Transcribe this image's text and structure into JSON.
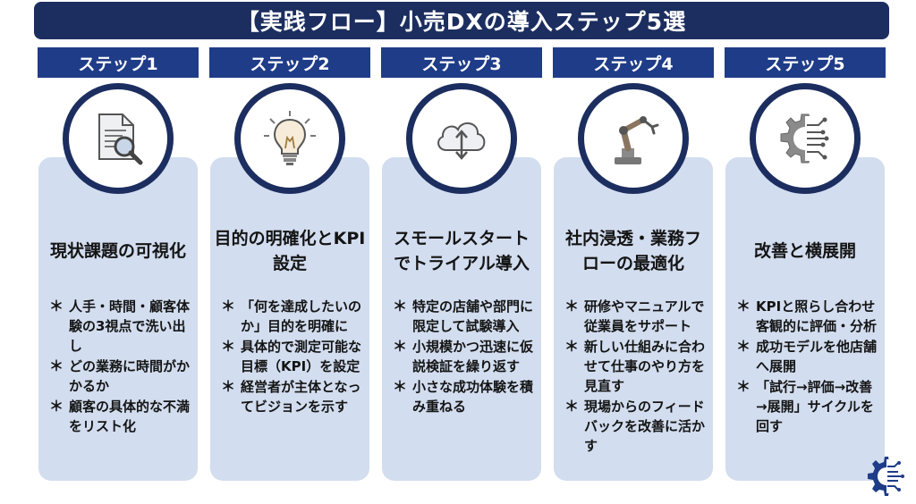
{
  "title": "【実践フロー】小売DXの導入ステップ5選",
  "steps": [
    {
      "label": "ステップ1",
      "icon": "document-search-icon",
      "heading": "現状課題の可視化",
      "bullets": [
        "人手・時間・顧客体験の3視点で洗い出し",
        "どの業務に時間がかかるか",
        "顧客の具体的な不満をリスト化"
      ]
    },
    {
      "label": "ステップ2",
      "icon": "lightbulb-icon",
      "heading": "目的の明確化とKPI設定",
      "bullets": [
        "「何を達成したいのか」目的を明確に",
        "具体的で測定可能な目標（KPI）を設定",
        "経営者が主体となってビジョンを示す"
      ]
    },
    {
      "label": "ステップ3",
      "icon": "cloud-sync-icon",
      "heading": "スモールスタートでトライアル導入",
      "bullets": [
        "特定の店舗や部門に限定して試験導入",
        "小規模かつ迅速に仮説検証を繰り返す",
        "小さな成功体験を積み重ねる"
      ]
    },
    {
      "label": "ステップ4",
      "icon": "robot-arm-icon",
      "heading": "社内浸透・業務フローの最適化",
      "bullets": [
        "研修やマニュアルで従業員をサポート",
        "新しい仕組みに合わせて仕事のやり方を見直す",
        "現場からのフィードバックを改善に活かす"
      ]
    },
    {
      "label": "ステップ5",
      "icon": "gear-circuit-icon",
      "heading": "改善と横展開",
      "bullets": [
        "KPIと照らし合わせ客観的に評価・分析",
        "成功モデルを他店舗へ展開",
        "「試行→評価→改善→展開」サイクルを回す"
      ]
    }
  ],
  "colors": {
    "navy": "#1c2e5f",
    "label_blue": "#1f3c88",
    "card_bg": "#d2ddef"
  }
}
